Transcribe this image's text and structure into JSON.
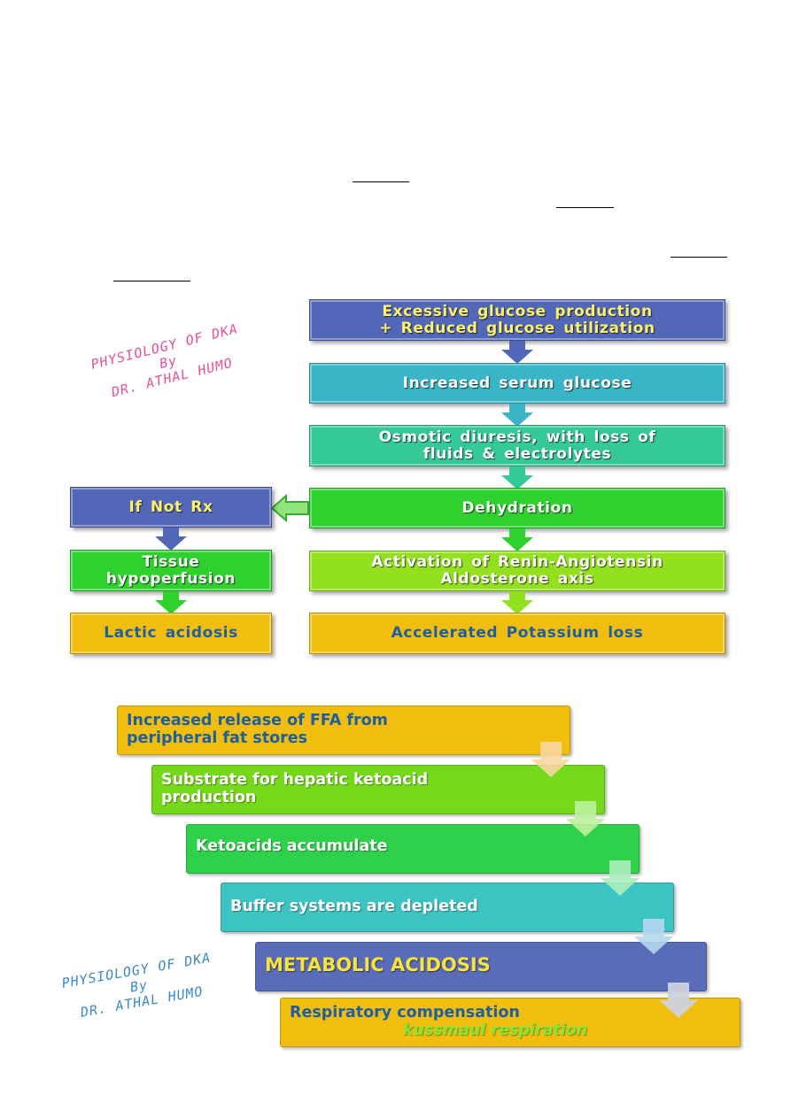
{
  "colors": {
    "navy": "#5367b8",
    "teal": "#3ab5c8",
    "green_teal": "#35c999",
    "green": "#2fd12f",
    "lime": "#93e01e",
    "gold": "#f2be0e",
    "ffa_text": "#1f5f9f",
    "kussmaul_text": "#7fe83a",
    "watermark_pink": "#ea4f96",
    "watermark_blue": "#3a88c7"
  },
  "flow1": {
    "watermark": "PHYSIOLOGY OF DKA\nBy\nDR. ATHAL HUMO",
    "box1": "Excessive glucose production\n+ Reduced glucose utilization",
    "box2": "Increased serum glucose",
    "box3": "Osmotic diuresis, with loss of\nfluids & electrolytes",
    "box4": "Dehydration",
    "box5": "Activation of Renin-Angiotensin\nAldosterone axis",
    "box6": "Accelerated Potassium loss",
    "left1": "If Not Rx",
    "left2": "Tissue\nhypoperfusion",
    "left3": "Lactic acidosis"
  },
  "flow2": {
    "watermark": "PHYSIOLOGY OF DKA\nBy\nDR. ATHAL HUMO",
    "steps": [
      "Increased release of FFA from\nperipheral fat stores",
      "Substrate for hepatic ketoacid\nproduction",
      "Ketoacids accumulate",
      "Buffer systems are depleted",
      "METABOLIC ACIDOSIS",
      "Respiratory compensation"
    ],
    "sub_label": "kussmaul respiration"
  }
}
